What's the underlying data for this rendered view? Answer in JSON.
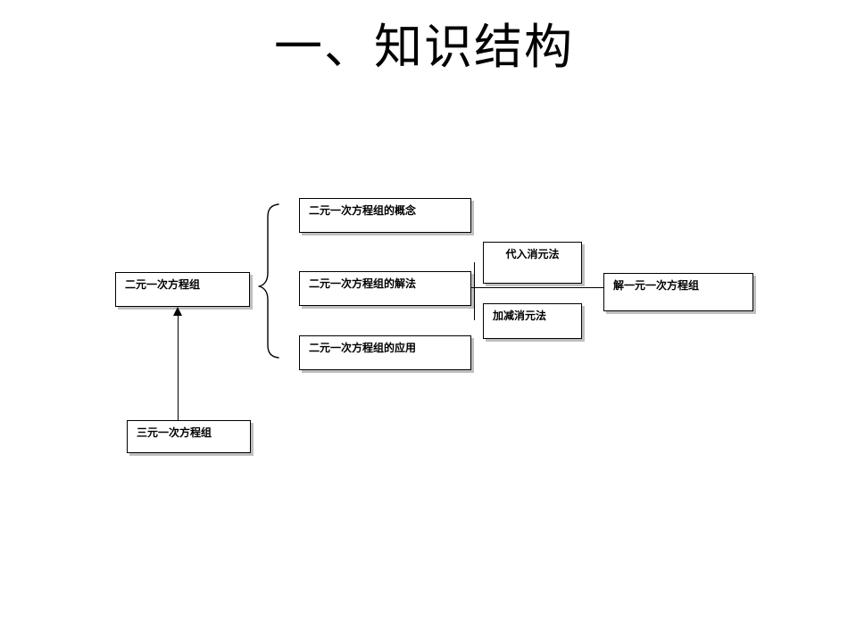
{
  "slide": {
    "title": "一、知识结构",
    "background_color": "#ffffff",
    "text_color": "#000000",
    "shadow_color": "#bfbfbf"
  },
  "diagram": {
    "type": "knowledge-structure-flowchart",
    "nodes": {
      "root": "二元一次方程组",
      "concept": "二元一次方程组的概念",
      "method": "二元一次方程组的解法",
      "application": "二元一次方程组的应用",
      "substitution": "代入消元法",
      "addition_subtraction": "加减消元法",
      "solve_linear_one": "解一元一次方程组",
      "ternary": "三元一次方程组"
    },
    "connectors": {
      "brace_label": "curly-brace-from-root-to-three-branches",
      "method_tie_label": "vertical-tie-between-elimination-methods",
      "method_out_label": "horizontal-line-method-to-solve-linear",
      "arrow_label": "arrow-from-ternary-up-to-root"
    }
  }
}
